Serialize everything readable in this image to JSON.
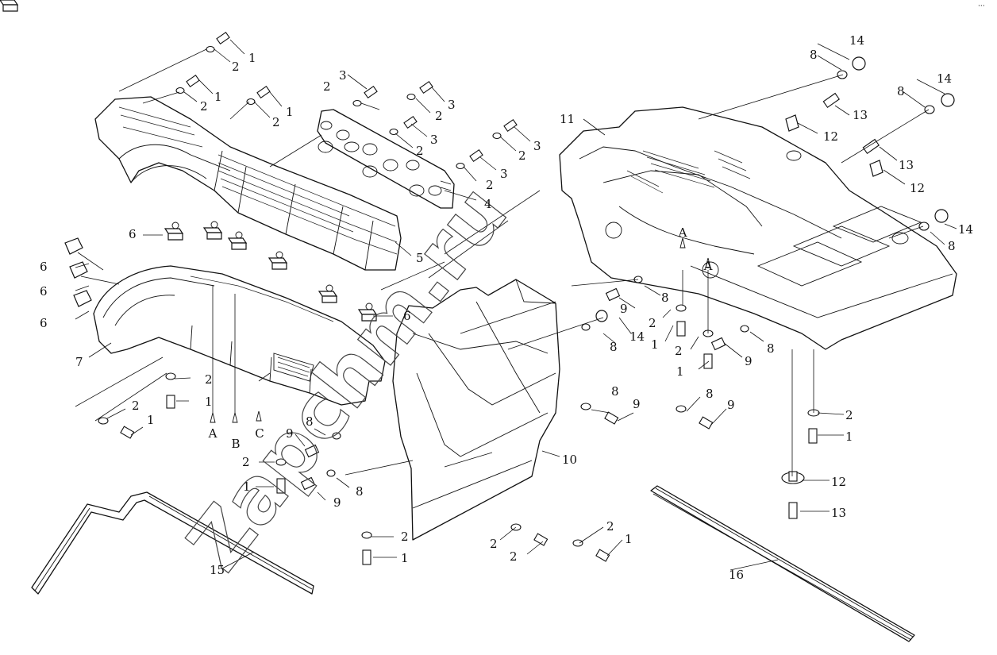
{
  "corner_mark": "···",
  "watermark": "Zapchm.ru",
  "section_marks": [
    {
      "id": "A-left",
      "text": "A"
    },
    {
      "id": "B-left",
      "text": "B"
    },
    {
      "id": "C-left",
      "text": "C"
    },
    {
      "id": "A-right-1",
      "text": "A"
    },
    {
      "id": "A-right-2",
      "text": "A"
    }
  ],
  "parts": {
    "p1": "1",
    "p2": "2",
    "p3": "3",
    "p4": "4",
    "p5": "5",
    "p6": "6",
    "p7": "7",
    "p8": "8",
    "p9": "9",
    "p10": "10",
    "p11": "11",
    "p12": "12",
    "p13": "13",
    "p14": "14",
    "p15": "15",
    "p16": "16"
  }
}
